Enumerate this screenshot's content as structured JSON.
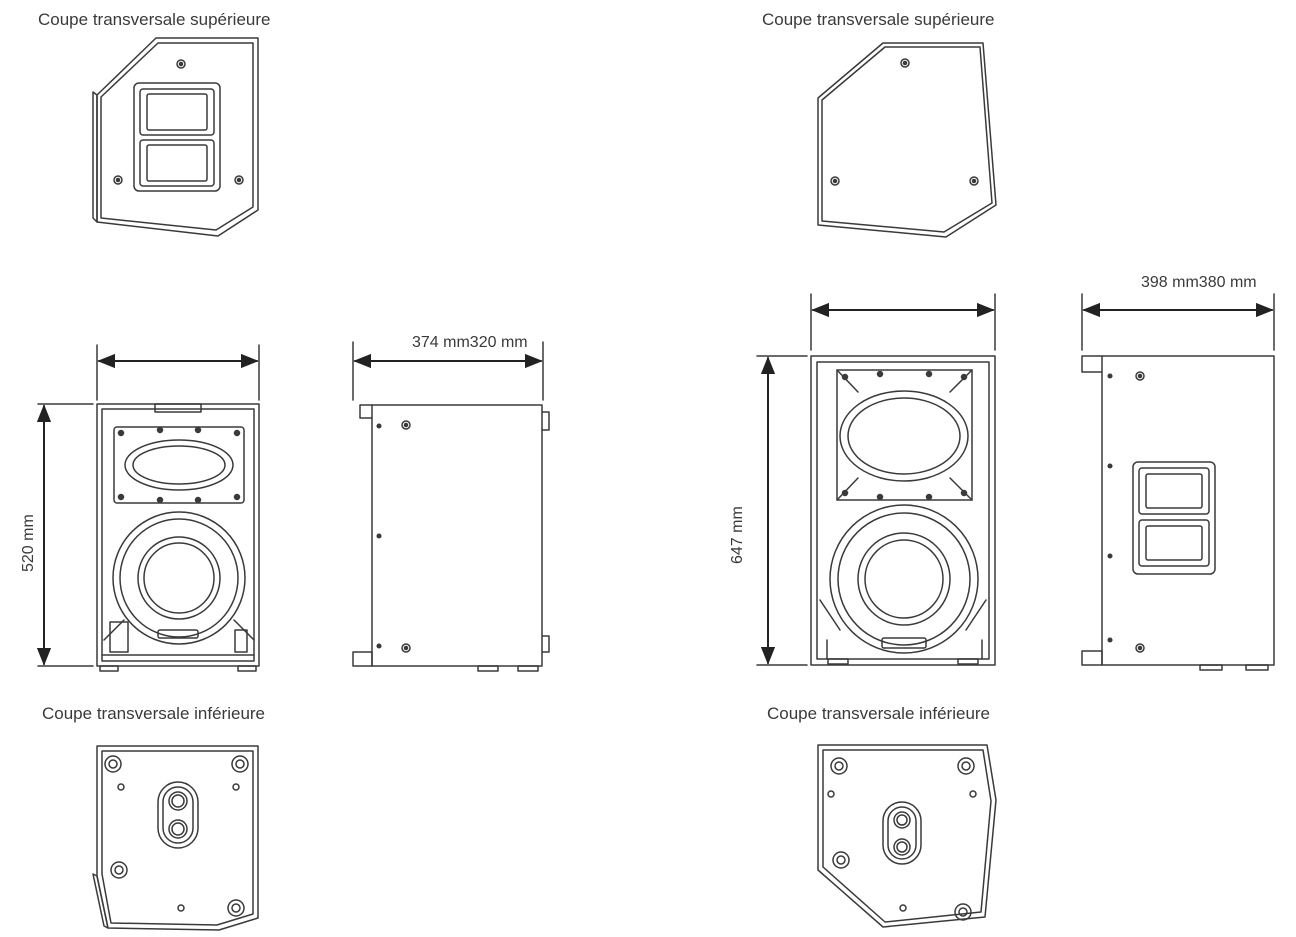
{
  "left": {
    "top_section_label": "Coupe transversale supérieure",
    "bottom_section_label": "Coupe transversale inférieure",
    "height_label": "520 mm",
    "depth_width_label": "374 mm320 mm"
  },
  "right": {
    "top_section_label": "Coupe transversale supérieure",
    "bottom_section_label": "Coupe transversale inférieure",
    "height_label": "647 mm",
    "depth_width_label": "398 mm380 mm"
  },
  "colors": {
    "line": "#3a3a3a",
    "background": "#ffffff"
  },
  "icons": [
    "speaker-top-view",
    "speaker-front-view",
    "speaker-side-view",
    "speaker-bottom-view",
    "dimension-arrow"
  ]
}
